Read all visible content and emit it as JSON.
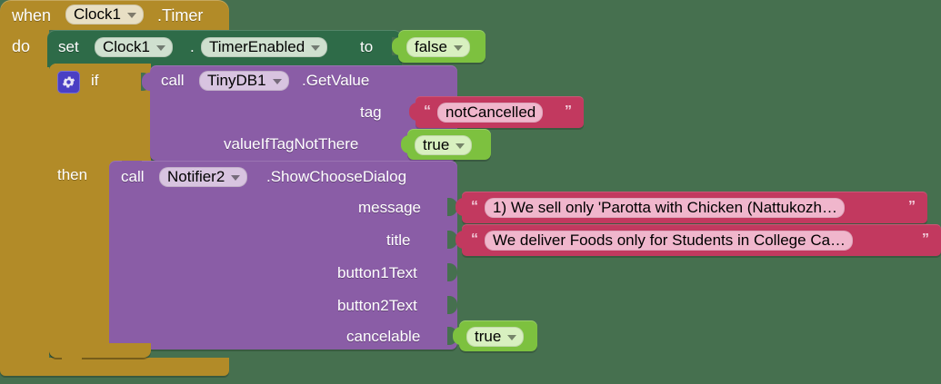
{
  "workspace": {
    "background_color": "#46704f",
    "app": "MIT App Inventor Blocks Editor"
  },
  "blocks": {
    "event": {
      "keyword_when": "when",
      "component": "Clock1",
      "event_name": ".Timer",
      "keyword_do": "do",
      "color": "#b28b28"
    },
    "setter": {
      "keyword_set": "set",
      "component": "Clock1",
      "dot": ".",
      "property": "TimerEnabled",
      "keyword_to": "to",
      "value": "false",
      "color": "#2e6b48"
    },
    "control_if": {
      "keyword_if": "if",
      "keyword_then": "then",
      "mutator_icon": "gear-icon",
      "color": "#b28b28"
    },
    "get_value": {
      "keyword_call": "call",
      "component": "TinyDB1",
      "method": ".GetValue",
      "args": [
        {
          "label": "tag",
          "value": "notCancelled",
          "value_type": "text"
        },
        {
          "label": "valueIfTagNotThere",
          "value": "true",
          "value_type": "logic"
        }
      ],
      "color": "#8a5da6"
    },
    "show_choose_dialog": {
      "keyword_call": "call",
      "component": "Notifier2",
      "method": ".ShowChooseDialog",
      "args": [
        {
          "label": "message",
          "value": "1) We sell only 'Parotta with Chicken (Nattukozh…",
          "value_type": "text"
        },
        {
          "label": "title",
          "value": "We deliver Foods only for Students in College Ca…",
          "value_type": "text"
        },
        {
          "label": "button1Text",
          "value": "",
          "value_type": "empty"
        },
        {
          "label": "button2Text",
          "value": "",
          "value_type": "empty"
        },
        {
          "label": "cancelable",
          "value": "true",
          "value_type": "logic"
        }
      ],
      "color": "#8a5da6"
    }
  },
  "colors": {
    "event_gold": "#b28b28",
    "setter_green": "#2e6b48",
    "method_purple": "#8a5da6",
    "logic_green": "#7dc13f",
    "text_pink": "#c2395f",
    "mutator_blue": "#4a3fc4"
  }
}
